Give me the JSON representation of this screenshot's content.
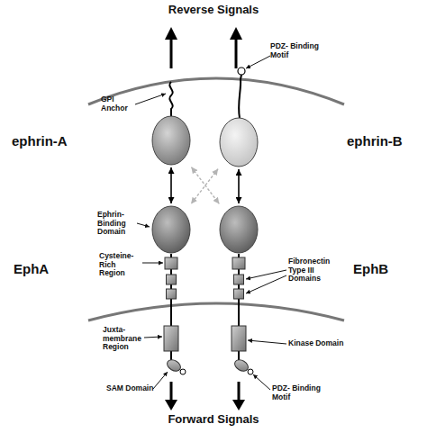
{
  "diagram": {
    "nodes": [
      {
        "text": [
          "ephrin-A"
        ]
      },
      {
        "text": [
          "ephrin-B"
        ]
      },
      {
        "text": [
          "EphA"
        ]
      },
      {
        "text": [
          "EphB"
        ]
      }
    ],
    "edges": [
      {
        "from": 0,
        "to": 2,
        "arrow": "both"
      },
      {
        "from": 1,
        "to": 3,
        "arrow": "both"
      },
      {
        "from": 0,
        "to": 3,
        "arrow": "both"
      },
      {
        "from": 1,
        "to": 2,
        "arrow": "both"
      }
    ],
    "labels": [
      "Reverse Signals",
      "PDZ- Binding Motif",
      "GPI Anchor",
      "Ephrin- Binding Domain",
      "Cysteine- Rich Region",
      "Fibronectin Type III Domains",
      "Juxta- membrane Region",
      "Kinase Domain",
      "SAM Domain",
      "PDZ- Binding Motif",
      "Forward Signals"
    ]
  }
}
